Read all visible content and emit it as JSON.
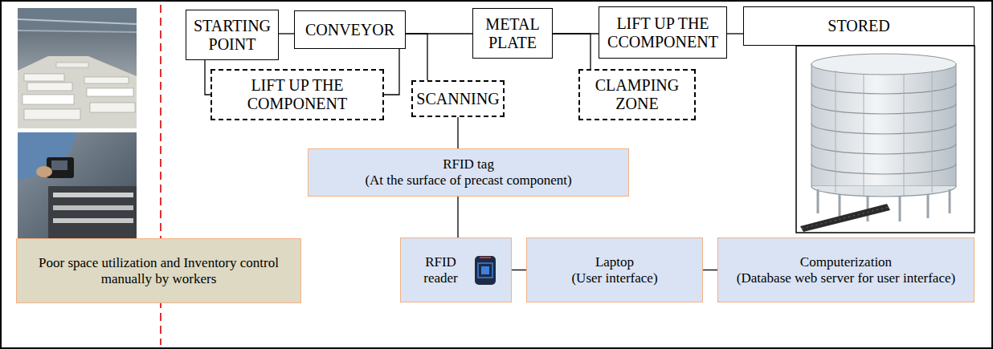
{
  "diagram": {
    "nodes": [
      {
        "text": [
          "STARTING POINT"
        ]
      },
      {
        "text": [
          "CONVEYOR"
        ]
      },
      {
        "text": [
          "METAL PLATE"
        ]
      },
      {
        "text": [
          "LIFT UP THE CCOMPONENT"
        ]
      },
      {
        "text": [
          "STORED"
        ]
      },
      {
        "text": [
          "LIFT UP THE COMPONENT"
        ]
      },
      {
        "text": [
          "SCANNING"
        ]
      },
      {
        "text": [
          "CLAMPING ZONE"
        ]
      },
      {
        "text": [
          "RFID tag",
          "(At the surface of precast component)"
        ]
      },
      {
        "text": [
          "RFID reader"
        ]
      },
      {
        "text": [
          "Laptop",
          "(User interface)"
        ]
      },
      {
        "text": [
          "Computerization",
          "(Database web server for user interface)"
        ]
      },
      {
        "text": [
          "Poor space utilization and Inventory control manually by workers"
        ]
      }
    ],
    "edges": [
      {
        "from": 0,
        "to": 1,
        "arrow": "none"
      },
      {
        "from": 1,
        "to": 2,
        "arrow": "none"
      },
      {
        "from": 2,
        "to": 3,
        "arrow": "none"
      },
      {
        "from": 3,
        "to": 4,
        "arrow": "none"
      },
      {
        "from": 0,
        "to": 5,
        "arrow": "none"
      },
      {
        "from": 5,
        "to": 1,
        "arrow": "none"
      },
      {
        "from": 1,
        "to": 6,
        "arrow": "none"
      },
      {
        "from": 2,
        "to": 7,
        "arrow": "none"
      },
      {
        "from": 6,
        "to": 8,
        "arrow": "none"
      },
      {
        "from": 8,
        "to": 9,
        "arrow": "none"
      },
      {
        "from": 9,
        "to": 10,
        "arrow": "none"
      },
      {
        "from": 10,
        "to": 11,
        "arrow": "none"
      }
    ]
  }
}
